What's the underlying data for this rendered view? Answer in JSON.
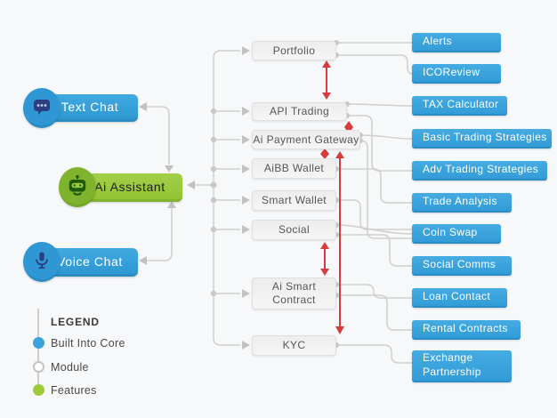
{
  "diagram": {
    "core_nodes": [
      {
        "id": "text-chat",
        "label": "Text Chat",
        "icon": "chat-bubble-icon"
      },
      {
        "id": "ai-assistant",
        "label": "Ai Assistant",
        "icon": "robot-icon"
      },
      {
        "id": "voice-chat",
        "label": "Voice Chat",
        "icon": "microphone-icon"
      }
    ],
    "modules": [
      "Portfolio",
      "API Trading",
      "Ai Payment Gateway",
      "AiBB Wallet",
      "Smart Wallet",
      "Social",
      "Ai Smart Contract",
      "KYC"
    ],
    "features": [
      "Alerts",
      "ICOReview",
      "TAX Calculator",
      "Basic Trading Strategies",
      "Adv Trading Strategies",
      "Trade Analysis",
      "Coin Swap",
      "Social Comms",
      "Loan Contact",
      "Rental Contracts",
      "Exchange Partnership"
    ],
    "legend": {
      "title": "LEGEND",
      "items": [
        {
          "label": "Built Into Core",
          "color": "#3aa3dc"
        },
        {
          "label": "Module",
          "color": "#ffffff"
        },
        {
          "label": "Features",
          "color": "#9ccb3e"
        }
      ]
    },
    "colors": {
      "core_blue": "#36a2dc",
      "module_gray": "#f0f0f1",
      "feature_blue": "#3aa4dd",
      "accent_green": "#9ccb3e",
      "connector_gray": "#cfcfcf",
      "arrow_red": "#db3a3a",
      "background": "#f7f8fa"
    }
  }
}
